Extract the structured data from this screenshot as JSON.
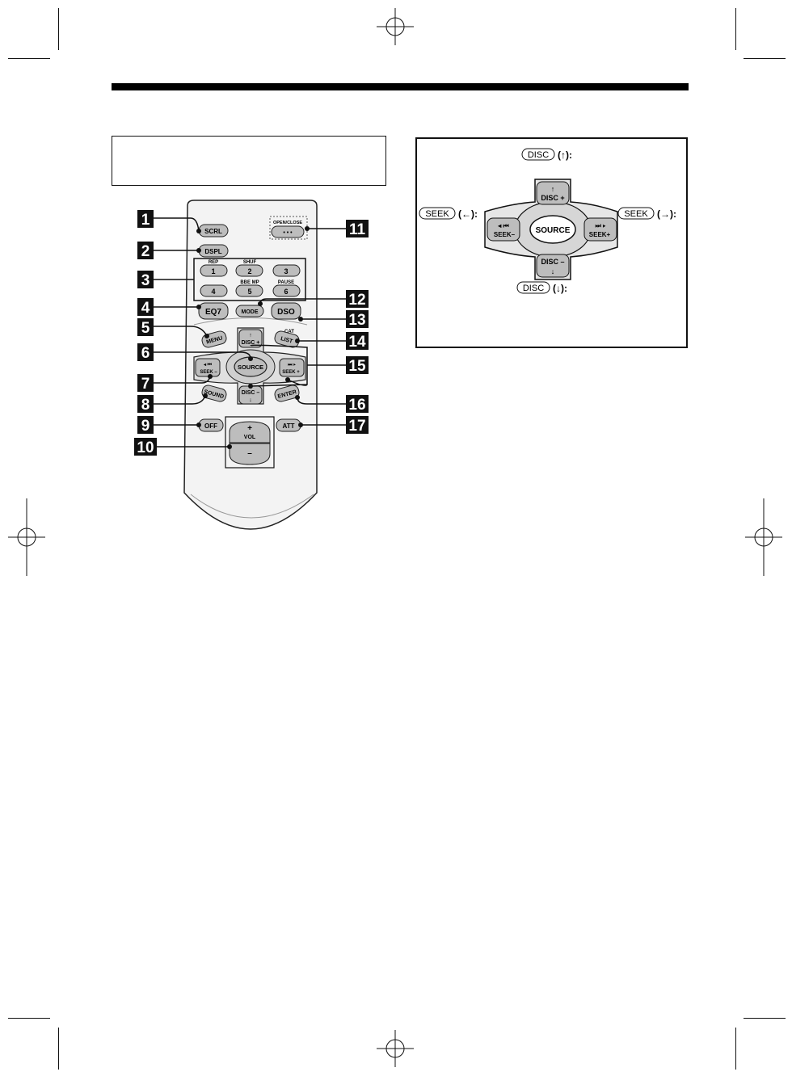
{
  "remote": {
    "buttons": {
      "scrl": "SCRL",
      "open_close": "OPEN/CLOSE",
      "open_close_dots": "• • •",
      "dspl": "DSPL",
      "rep": "REP",
      "shuf": "SHUF",
      "b1": "1",
      "b2": "2",
      "b3": "3",
      "bbe_mp": "BBE MP",
      "pause": "PAUSE",
      "b4": "4",
      "b5": "5",
      "b6": "6",
      "eq7": "EQ7",
      "mode": "MODE",
      "dso": "DSO",
      "menu": "MENU",
      "cat": "CAT",
      "list": "LIST",
      "disc_plus": "DISC +",
      "source": "SOURCE",
      "seek_minus": "SEEK –",
      "seek_plus": "SEEK +",
      "disc_minus": "DISC –",
      "sound": "SOUND",
      "enter": "ENTER",
      "off": "OFF",
      "att": "ATT",
      "vol_plus": "+",
      "vol": "VOL",
      "vol_minus": "–"
    },
    "callouts": [
      "1",
      "2",
      "3",
      "4",
      "5",
      "6",
      "7",
      "8",
      "9",
      "10",
      "11",
      "12",
      "13",
      "14",
      "15",
      "16",
      "17"
    ]
  },
  "detail": {
    "disc_up_key": "DISC",
    "disc_up_arrow": "(↑):",
    "seek_left_key": "SEEK",
    "seek_left_arrow": "(←):",
    "seek_right_key": "SEEK",
    "seek_right_arrow": "(→):",
    "disc_down_key": "DISC",
    "disc_down_arrow": "(↓):",
    "pad_disc_plus": "DISC +",
    "pad_source": "SOURCE",
    "pad_seek_minus": "SEEK–",
    "pad_seek_plus": "SEEK+",
    "pad_disc_minus": "DISC –"
  }
}
